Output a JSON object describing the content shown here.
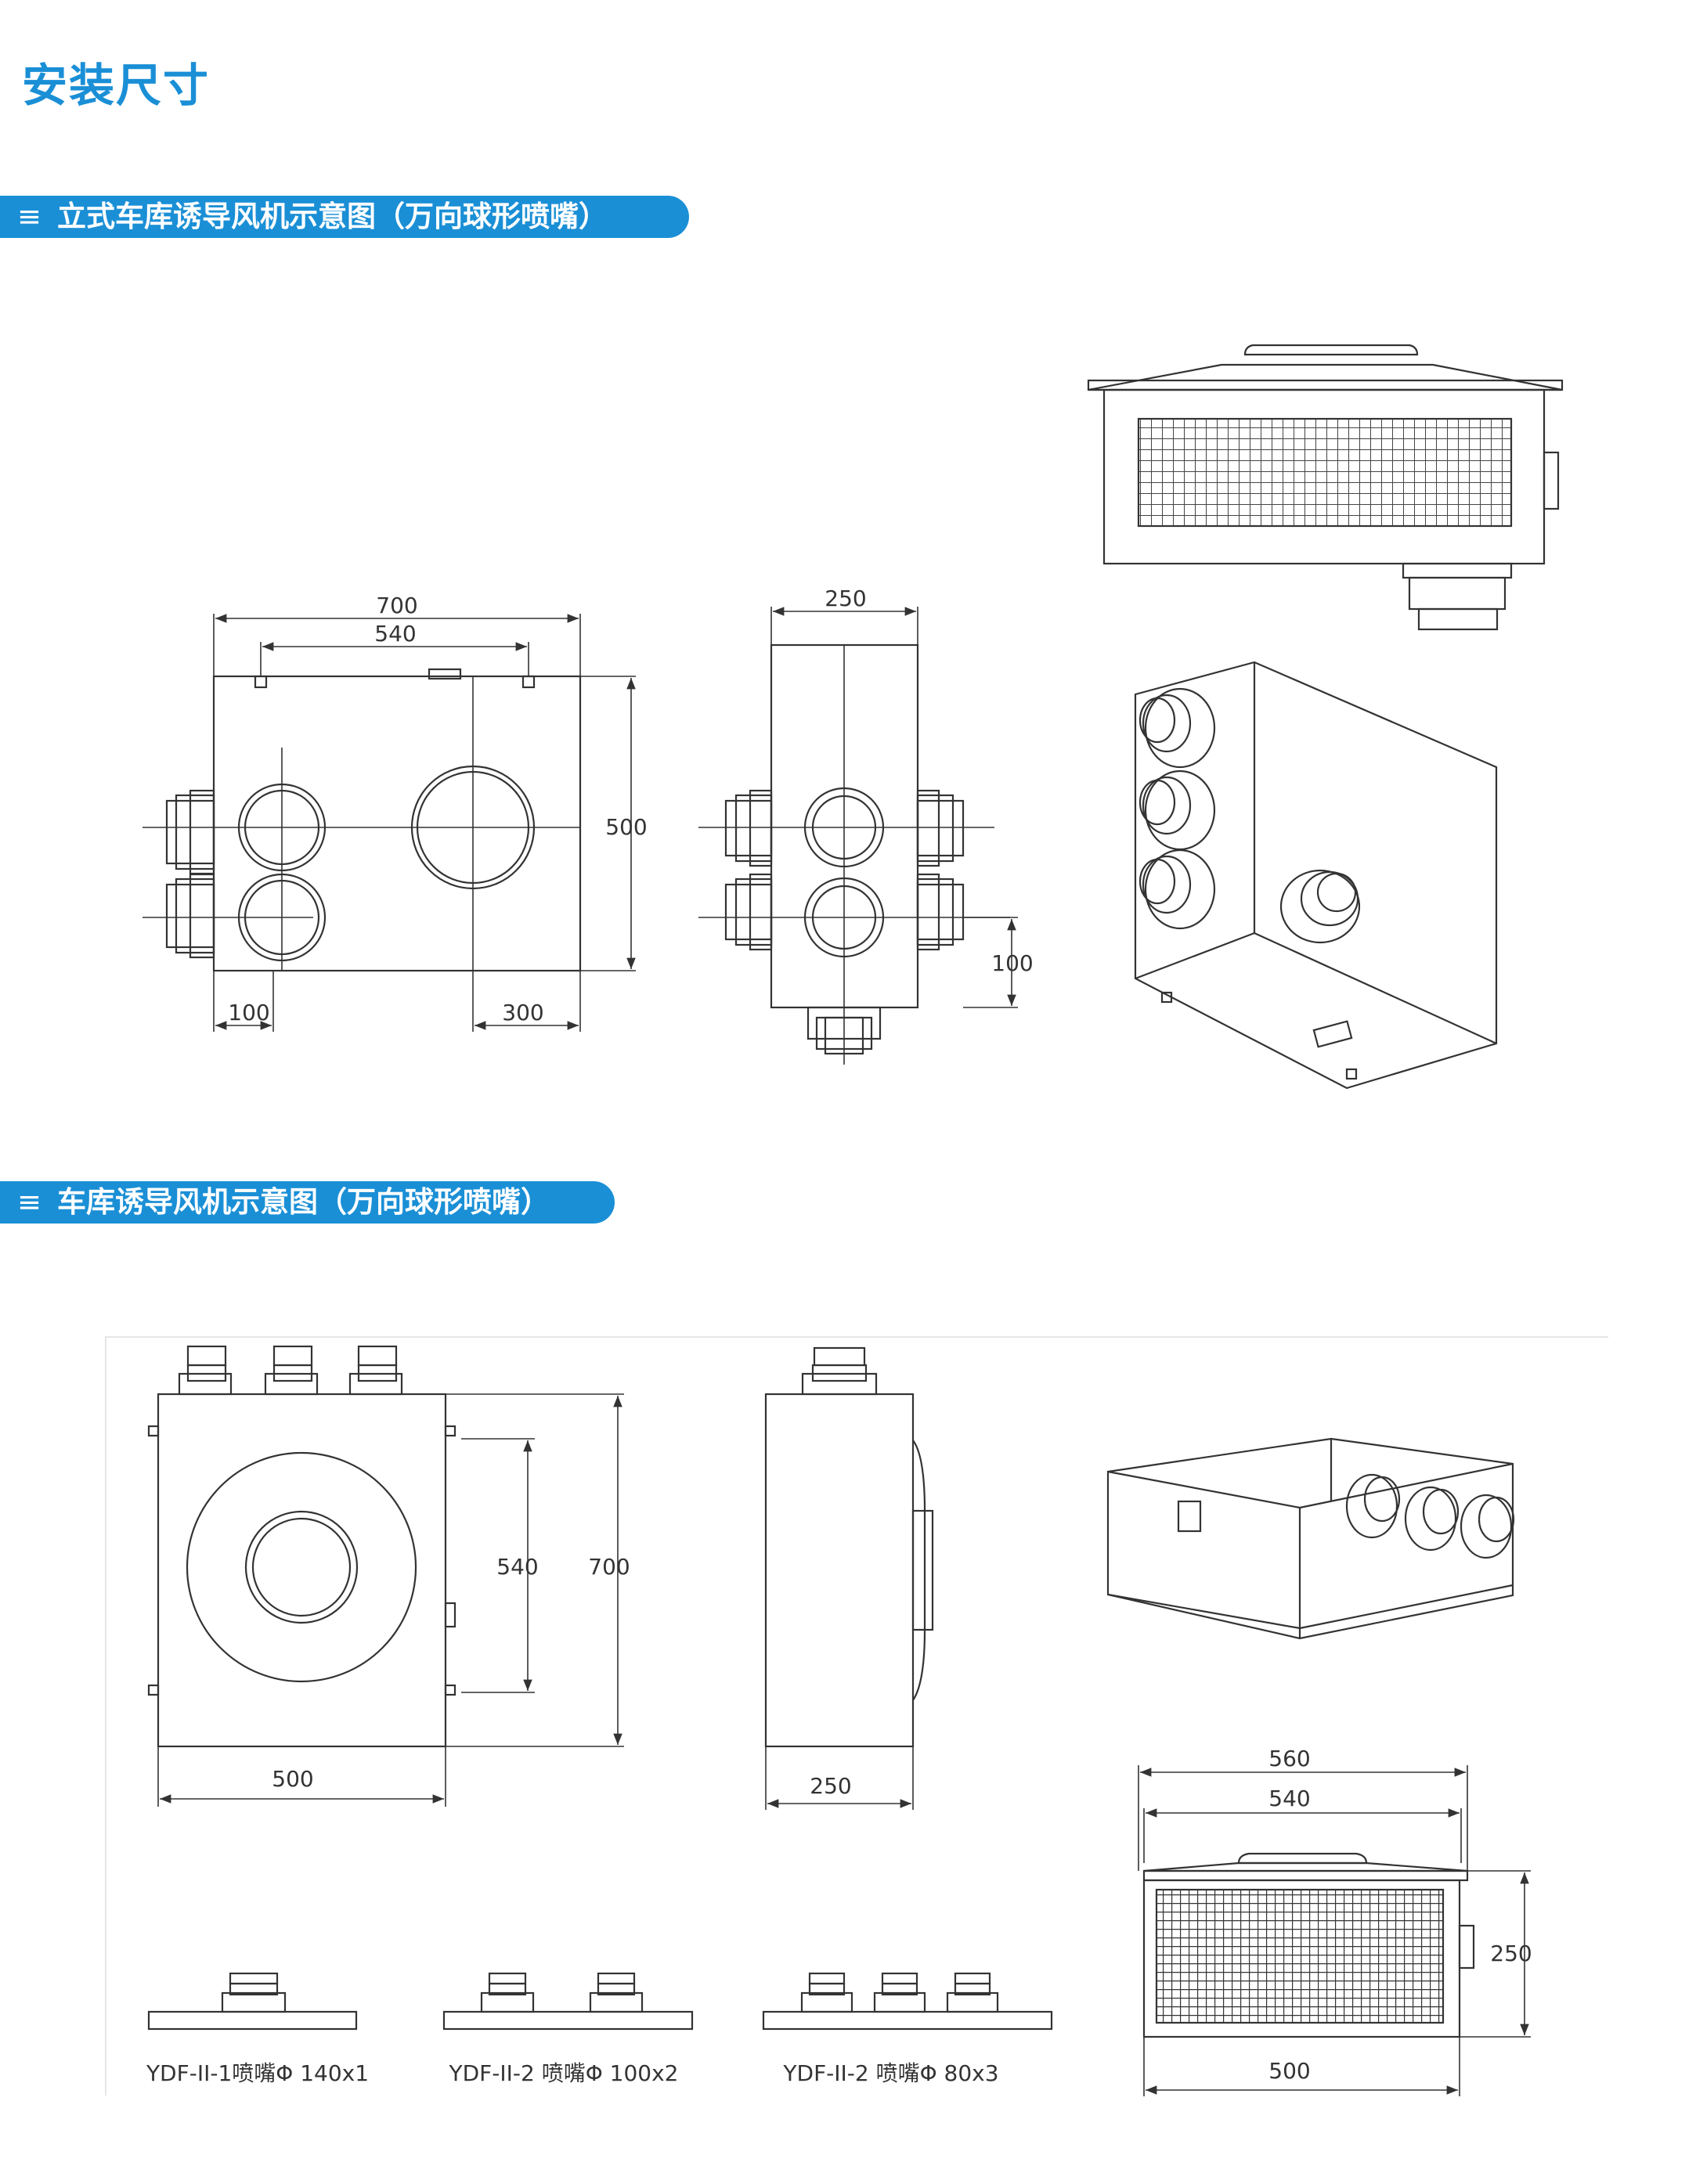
{
  "page": {
    "title": "安装尺寸"
  },
  "sections": [
    {
      "lines_icon": "≡",
      "label": "立式车库诱导风机示意图（万向球形喷嘴）"
    },
    {
      "lines_icon": "≡",
      "label": "车库诱导风机示意图（万向球形喷嘴）"
    }
  ],
  "diagram1": {
    "front_width": "700",
    "front_inner": "540",
    "front_height": "500",
    "front_left_offset": "100",
    "front_right_offset": "300",
    "side_width": "250",
    "side_offset": "100"
  },
  "diagram2": {
    "front_width": "500",
    "front_inner_height": "540",
    "front_height": "700",
    "side_width": "250",
    "bottom_outer": "560",
    "bottom_inner": "540",
    "bottom_height": "250",
    "bottom_width": "500",
    "variants": [
      {
        "label": "YDF-II-1喷嘴Φ 140x1"
      },
      {
        "label": "YDF-II-2  喷嘴Φ 100x2"
      },
      {
        "label": "YDF-II-2  喷嘴Φ 80x3"
      }
    ]
  },
  "colors": {
    "accent": "#1a8fd6",
    "line": "#333333"
  }
}
